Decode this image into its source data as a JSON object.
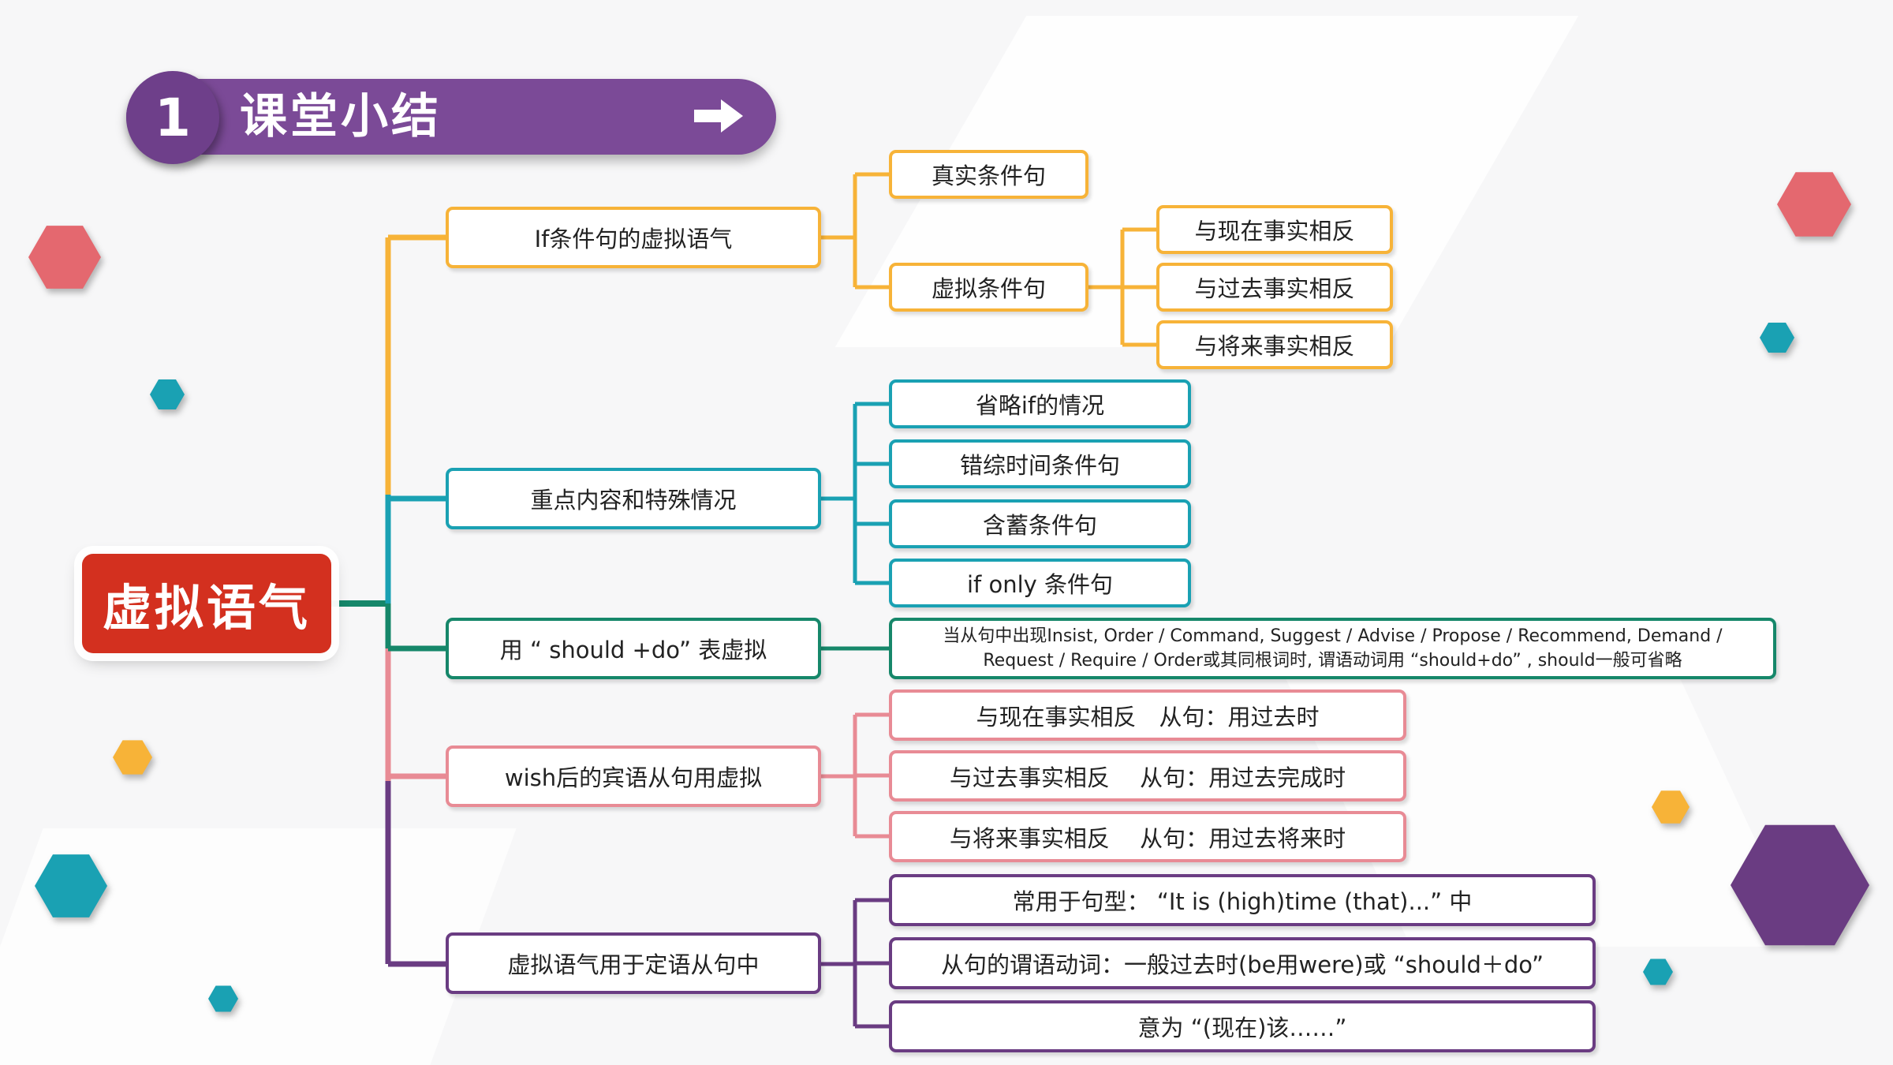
{
  "title": {
    "number": "1",
    "text": "课堂小结"
  },
  "root": {
    "label": "虚拟语气"
  },
  "branches": {
    "if_clause": {
      "label": "If条件句的虚拟语气",
      "real": "真实条件句",
      "unreal": "虚拟条件句",
      "present": "与现在事实相反",
      "past": "与过去事实相反",
      "future": "与将来事实相反"
    },
    "special": {
      "label": "重点内容和特殊情况",
      "items": [
        "省略if的情况",
        "错综时间条件句",
        "含蓄条件句",
        "if only 条件句"
      ]
    },
    "should": {
      "label": "用 “ should +do” 表虚拟",
      "line1": "当从句中出现Insist, Order / Command, Suggest / Advise / Propose / Recommend, Demand /",
      "line2": "Request / Require / Order或其同根词时, 谓语动词用 “should+do” , should一般可省略"
    },
    "wish": {
      "label": "wish后的宾语从句用虚拟",
      "items": [
        "与现在事实相反　从句：用过去时",
        "与过去事实相反　 从句：用过去完成时",
        "与将来事实相反　 从句：用过去将来时"
      ]
    },
    "attributive": {
      "label": "虚拟语气用于定语从句中",
      "items": [
        "常用于句型：  “It is (high)time (that)...” 中",
        "从句的谓语动词：一般过去时(be用were)或 “should＋do”",
        "意为  “(现在)该……”"
      ]
    }
  },
  "colors": {
    "orange": "#f7b338",
    "teal": "#1aa1b3",
    "green": "#16876a",
    "pink": "#e88b95",
    "purple": "#6a3c82",
    "red": "#d3301f",
    "banner": "#7b4a97"
  }
}
